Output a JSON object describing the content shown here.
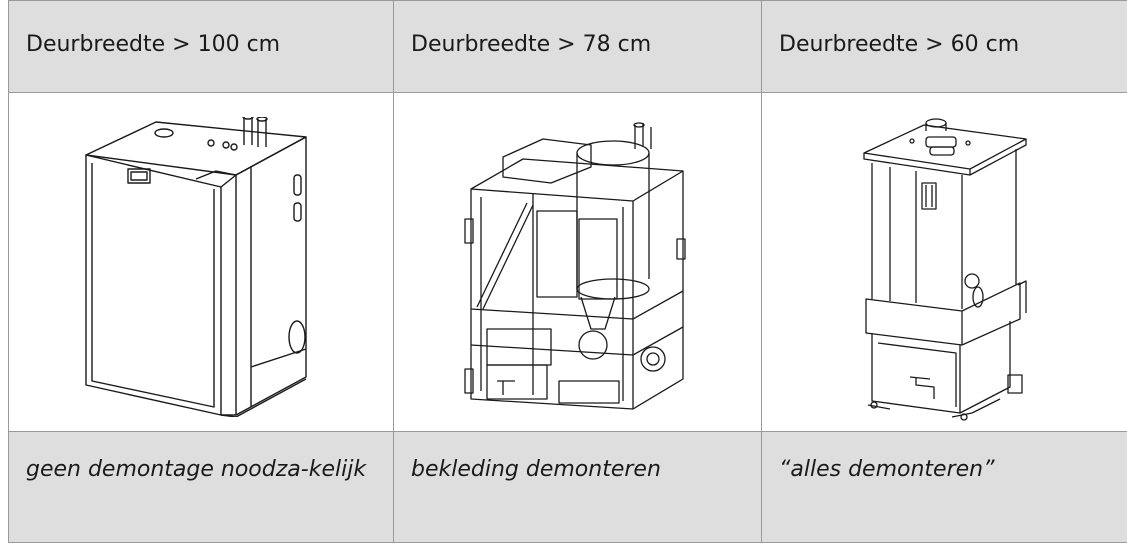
{
  "columns": [
    {
      "header": "Deurbreedte > 100 cm",
      "icon": "boiler-closed-icon",
      "note": "geen demontage noodza-kelijk"
    },
    {
      "header": "Deurbreedte > 78 cm",
      "icon": "boiler-open-frame-icon",
      "note": "bekleding demonteren"
    },
    {
      "header": "Deurbreedte > 60 cm",
      "icon": "boiler-core-icon",
      "note": "“alles demonteren”"
    }
  ]
}
